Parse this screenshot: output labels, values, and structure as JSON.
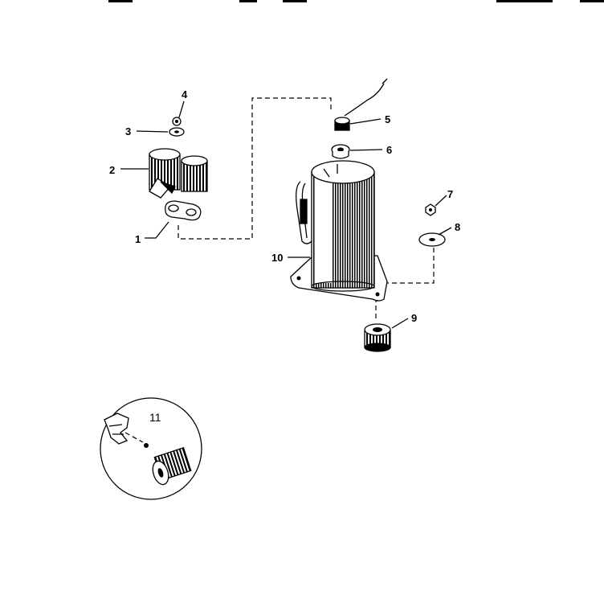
{
  "diagram": {
    "callouts": [
      {
        "id": "1",
        "label": "1"
      },
      {
        "id": "2",
        "label": "2"
      },
      {
        "id": "3",
        "label": "3"
      },
      {
        "id": "4",
        "label": "4"
      },
      {
        "id": "5",
        "label": "5"
      },
      {
        "id": "6",
        "label": "6"
      },
      {
        "id": "7",
        "label": "7"
      },
      {
        "id": "8",
        "label": "8"
      },
      {
        "id": "9",
        "label": "9"
      },
      {
        "id": "10",
        "label": "10"
      },
      {
        "id": "11",
        "label": "11"
      }
    ]
  },
  "colors": {
    "ink": "#000000",
    "paper": "#ffffff"
  }
}
